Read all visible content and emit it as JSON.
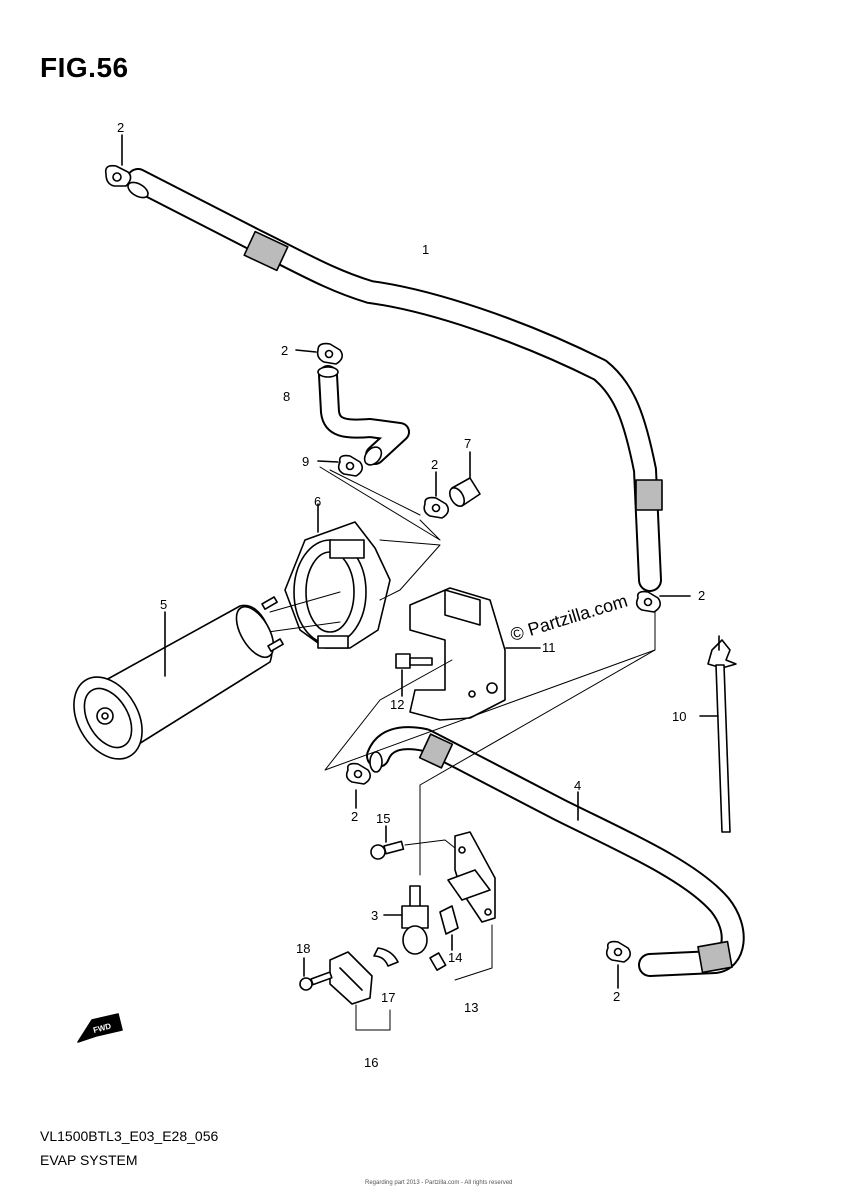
{
  "figure": {
    "title": "FIG.56",
    "model_code": "VL1500BTL3_E03_E28_056",
    "section_title": "EVAP SYSTEM",
    "watermark": "© Partzilla.com",
    "fwd_label": "FWD",
    "footer_small": "Regarding part 2013 - Partzilla.com - All rights reserved"
  },
  "callouts": {
    "c1": "1",
    "c2a": "2",
    "c2b": "2",
    "c2c": "2",
    "c2d": "2",
    "c2e": "2",
    "c2f": "2",
    "c3": "3",
    "c4": "4",
    "c5": "5",
    "c6": "6",
    "c7": "7",
    "c8": "8",
    "c9": "9",
    "c10": "10",
    "c11": "11",
    "c12": "12",
    "c13": "13",
    "c14": "14",
    "c15": "15",
    "c16": "16",
    "c17": "17",
    "c18": "18"
  }
}
